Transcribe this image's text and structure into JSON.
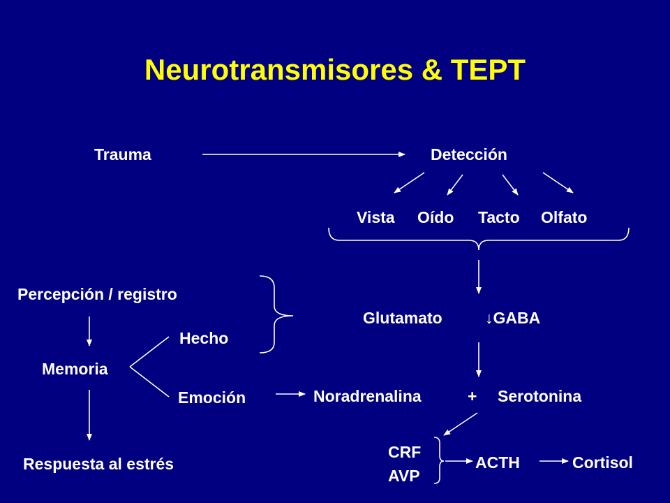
{
  "slide": {
    "title": "Neurotransmisores & TEPT",
    "colors": {
      "background": "#000080",
      "title": "#FFFF00",
      "text": "#FFFFFF"
    }
  },
  "diagram": {
    "trauma": "Trauma",
    "deteccion": "Detección",
    "senses": [
      "Vista",
      "Oído",
      "Tacto",
      "Olfato"
    ],
    "percepcion": "Percepción / registro",
    "memoria": "Memoria",
    "hecho": "Hecho",
    "emocion": "Emoción",
    "respuesta": "Respuesta al estrés",
    "glutamato": "Glutamato",
    "gaba": "↓GABA",
    "noradrenalina": "Noradrenalina",
    "plus": "+",
    "serotonina": "Serotonina",
    "crf": "CRF",
    "avp": "AVP",
    "acth": "ACTH",
    "cortisol": "Cortisol"
  }
}
